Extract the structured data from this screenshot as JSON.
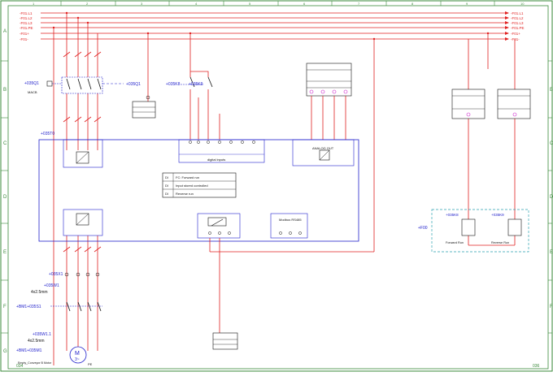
{
  "frame": {
    "row_letters": [
      "A",
      "B",
      "C",
      "D",
      "E",
      "F",
      "G"
    ],
    "column_numbers": [
      "1",
      "2",
      "3",
      "4",
      "5",
      "6",
      "7",
      "8",
      "9",
      "10"
    ],
    "sheet_left": "034",
    "sheet_right": "036"
  },
  "bus": {
    "left": [
      "-F01.L1",
      "-F01.L2",
      "-F01.L3",
      "-F01.PE",
      "-F01+",
      "-F01-"
    ],
    "right": [
      "-F01.L1",
      "-F01.L2",
      "-F01.L3",
      "-F01.PE",
      "-F01+",
      "-F01-"
    ]
  },
  "components": {
    "q1_tag": "+035Q1",
    "q1_sub": "MACB",
    "q1_right_tag": "+035Q1",
    "k8_tag": "+035K8",
    "k9_tag": "+035K9",
    "vfd_tag": "+035T0",
    "vfd_io": "digital inputs",
    "vfd_analog": "ANALOG OUT",
    "x1_tag": "+035X1",
    "w1_tag": "+035W1",
    "w1_cable": "4x2.5mm",
    "s1_tag": "+BM1+035S1",
    "w11_tag": "+035W1.1",
    "w11_cable": "4x2.5mm",
    "motor_tag": "+BM1+035M1",
    "motor_name": "Empty_Conveyor B Motor",
    "motor_symbol": "M",
    "motor_phase": "3~",
    "f00_tag": "+F00",
    "k8_coil": "+035K8",
    "k9_coil": "+035K9",
    "k8_coil_label": "Forward Run",
    "k9_coil_label": "Reverse Run",
    "modbus": "Modbus RS485",
    "terminal_bottom": "PE"
  },
  "legend": {
    "rows": [
      {
        "code": "DI",
        "text": "FC: Forward run"
      },
      {
        "code": "DI",
        "text": "Input stored controlled"
      },
      {
        "code": "DI",
        "text": "Reverse run"
      }
    ]
  },
  "colors": {
    "wire": "#e02020",
    "frame": "#3a8a3a",
    "box": "#2222cc",
    "dash": "#2aa0b0",
    "text": "#111111"
  }
}
